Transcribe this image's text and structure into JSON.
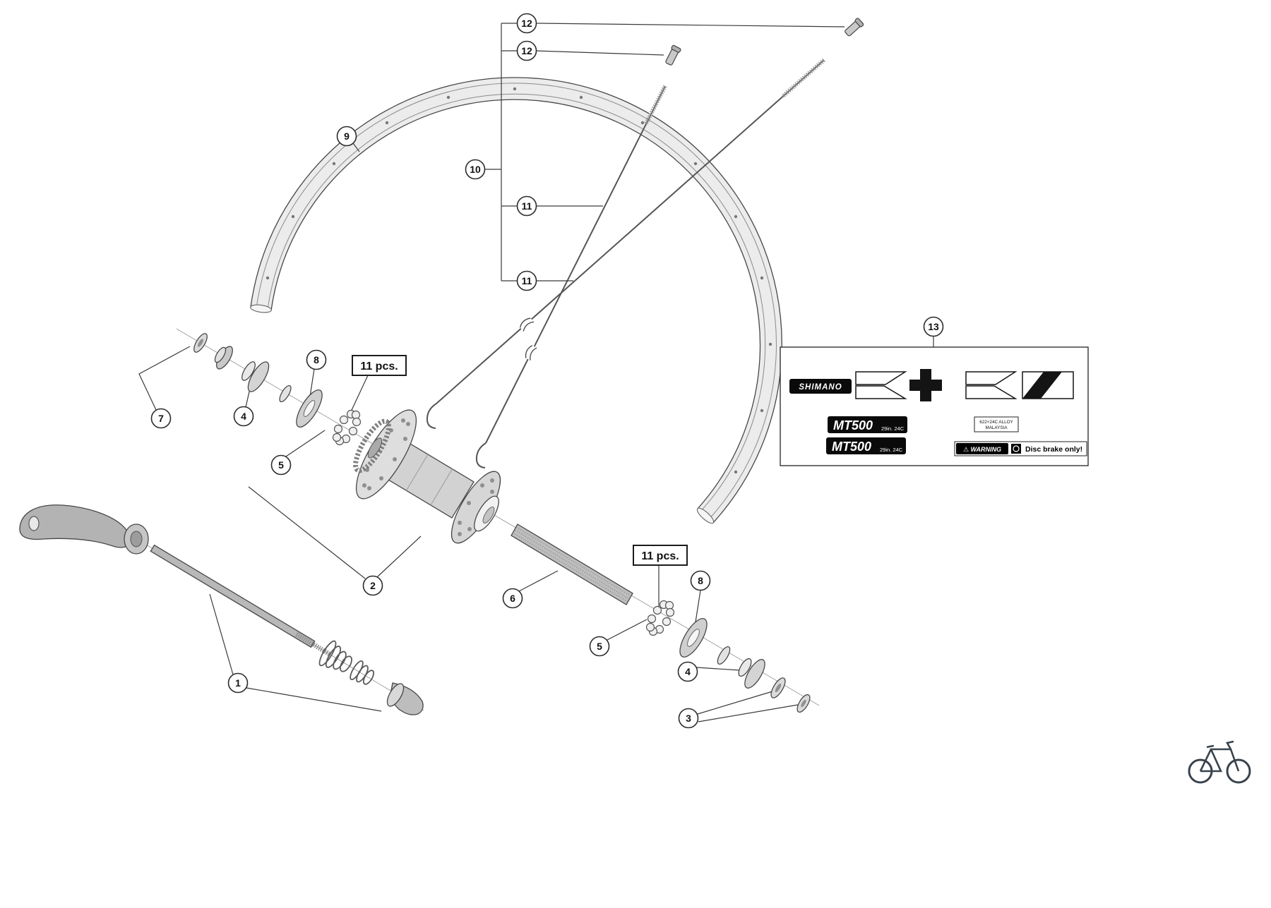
{
  "colors": {
    "line": "#3a3a3a",
    "black": "#111111",
    "part_fill": "#d9d9d9"
  },
  "callouts": [
    {
      "id": "12-top",
      "label": "12"
    },
    {
      "id": "12-mid",
      "label": "12"
    },
    {
      "id": "9",
      "label": "9"
    },
    {
      "id": "10",
      "label": "10"
    },
    {
      "id": "11-upper",
      "label": "11"
    },
    {
      "id": "11-lower",
      "label": "11"
    },
    {
      "id": "13",
      "label": "13"
    },
    {
      "id": "8-left",
      "label": "8"
    },
    {
      "id": "7",
      "label": "7"
    },
    {
      "id": "4-left",
      "label": "4"
    },
    {
      "id": "5-left",
      "label": "5"
    },
    {
      "id": "2",
      "label": "2"
    },
    {
      "id": "6",
      "label": "6"
    },
    {
      "id": "8-right",
      "label": "8"
    },
    {
      "id": "5-right",
      "label": "5"
    },
    {
      "id": "4-right",
      "label": "4"
    },
    {
      "id": "1",
      "label": "1"
    },
    {
      "id": "3",
      "label": "3"
    }
  ],
  "annotations": {
    "pcs_left": "11 pcs.",
    "pcs_right": "11 pcs."
  },
  "sticker": {
    "brand": "SHIMANO",
    "models": [
      {
        "name": "MT500",
        "size": "29in. 24C"
      },
      {
        "name": "MT500",
        "size": "29in. 24C"
      }
    ],
    "spec_line1": "622×24C ALLOY",
    "spec_line2": "MALAYSIA",
    "warning_badge": "⚠ WARNING",
    "warning_text": "Disc brake only!"
  }
}
